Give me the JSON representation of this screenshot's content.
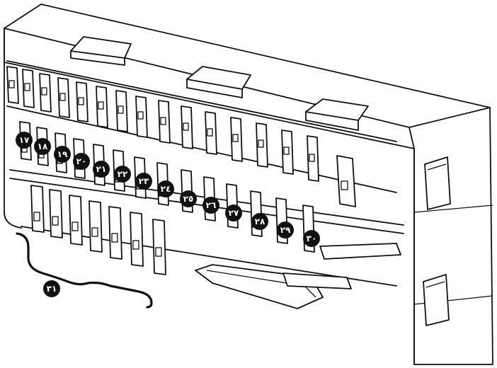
{
  "colors": {
    "line": "#111111",
    "background": "#ffffff",
    "badge": "#111111",
    "badge_text": "#ffffff"
  },
  "labels": {
    "l17": "١٧",
    "l18": "١٨",
    "l19": "١٩",
    "l20": "٢٠",
    "l21": "٢١",
    "l22": "٢٢",
    "l23": "٢٣",
    "l24": "٢٤",
    "l25": "٢٥",
    "l26": "٢٦",
    "l27": "٢٧",
    "l28": "٢٨",
    "l29": "٢٩",
    "l30": "٣٠",
    "l31": "٣١"
  }
}
